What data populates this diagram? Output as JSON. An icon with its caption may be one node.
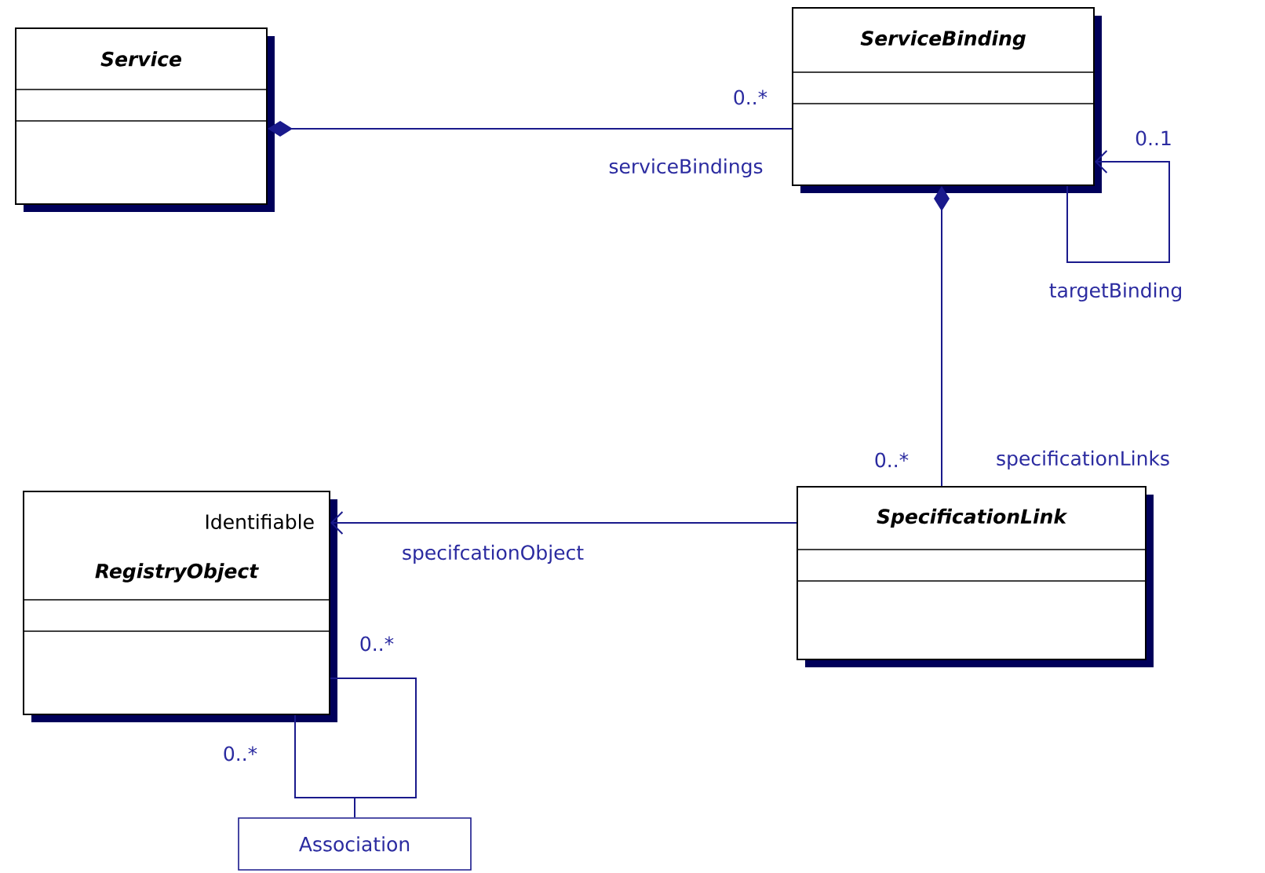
{
  "diagram": {
    "nodes": [
      {
        "text": [
          "Service"
        ]
      },
      {
        "text": [
          "ServiceBinding"
        ]
      },
      {
        "text": [
          "SpecificationLink"
        ]
      },
      {
        "text": [
          "Identifiable",
          "RegistryObject"
        ]
      },
      {
        "text": [
          "Association"
        ]
      }
    ],
    "edges": [
      {
        "from": 0,
        "to": 1,
        "arrow": "other",
        "label": "serviceBindings"
      },
      {
        "from": 1,
        "to": 1,
        "arrow": "to",
        "label": "targetBinding"
      },
      {
        "from": 1,
        "to": 2,
        "arrow": "other",
        "label": "specificationLinks"
      },
      {
        "from": 2,
        "to": 3,
        "arrow": "to",
        "label": "specifcationObject"
      },
      {
        "from": 3,
        "to": 3,
        "arrow": "none"
      },
      {
        "from": 4,
        "to": null,
        "arrow": "none"
      }
    ],
    "labels": [
      "0..*",
      "0..1",
      "0..*",
      "0..*",
      "0..*"
    ]
  }
}
